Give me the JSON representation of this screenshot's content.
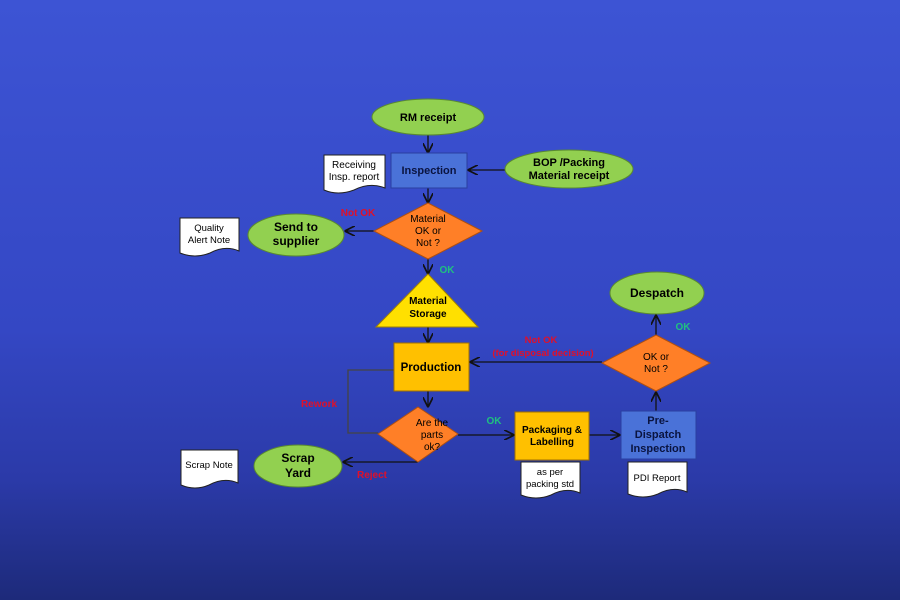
{
  "nodes": {
    "rm_receipt": "RM receipt",
    "inspection": "Inspection",
    "receiving_report": [
      "Receiving",
      "Insp. report"
    ],
    "bop": [
      "BOP /Packing",
      "Material receipt"
    ],
    "material_check": [
      "Material",
      "OK or",
      "Not ?"
    ],
    "send_supplier": [
      "Send to",
      "supplier"
    ],
    "quality_alert": [
      "Quality",
      "Alert Note"
    ],
    "material_storage": [
      "Material",
      "Storage"
    ],
    "production": "Production",
    "parts_check": [
      "Are the",
      "parts",
      "ok?"
    ],
    "scrap_yard": [
      "Scrap",
      "Yard"
    ],
    "scrap_note": "Scrap Note",
    "packaging": [
      "Packaging &",
      "Labelling"
    ],
    "packing_std": [
      "as per",
      "packing std"
    ],
    "pre_dispatch": [
      "Pre-",
      "Dispatch",
      "Inspection"
    ],
    "pdi_report": "PDI Report",
    "final_check": [
      "OK or",
      "Not ?"
    ],
    "despatch": "Despatch"
  },
  "labels": {
    "not_ok_1": "Not OK",
    "ok_1": "OK",
    "rework": "Rework",
    "reject": "Reject",
    "ok_2": "OK",
    "ok_3": "OK",
    "not_ok_2": [
      "Not OK",
      "(for disposal decision)"
    ]
  },
  "colors": {
    "ellipse": "#92d050",
    "rect": "#4a72d8",
    "orange": "#ff7f27",
    "yellow": "#ffd200",
    "red": "#e0102a",
    "green": "#20c080"
  }
}
